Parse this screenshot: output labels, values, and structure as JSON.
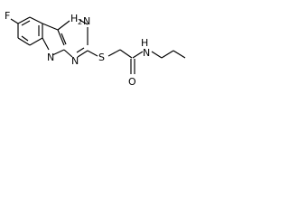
{
  "molecule": {
    "atoms": {
      "fluorine": "F",
      "ring_nh": "H",
      "ring_nh_n": "N",
      "ring_n_top": "N",
      "ring_n_left": "N",
      "ring_n_right": "N",
      "sulfur": "S",
      "carbonyl_o": "O",
      "amide_n": "N",
      "amide_h": "H"
    },
    "subscript": {
      "ring_nh_count": "2"
    }
  }
}
